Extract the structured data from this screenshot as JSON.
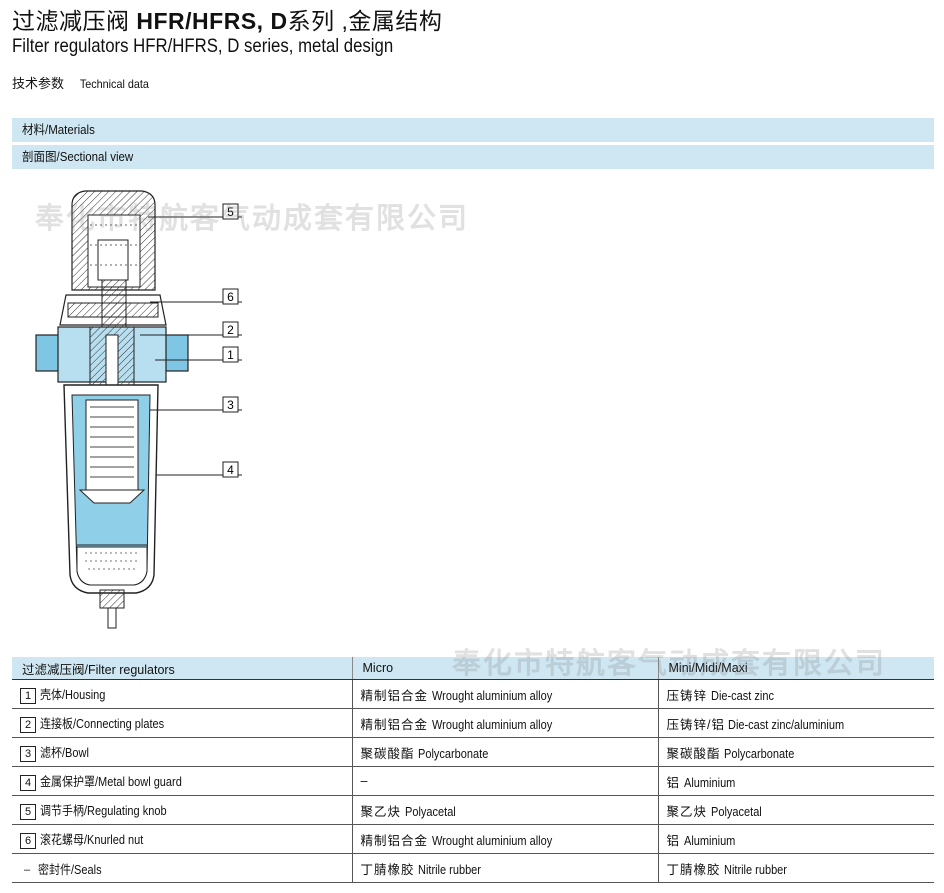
{
  "header": {
    "title_cn_prefix": "过滤减压阀",
    "title_cn_code": "HFR/HFRS, D",
    "title_cn_suffix": "系列 ,金属结构",
    "title_en": "Filter regulators HFR/HFRS, D series, metal design",
    "tech_cn": "技术参数",
    "tech_en": "Technical data"
  },
  "bands": {
    "materials": "材料/Materials",
    "sectional": "剖面图/Sectional view"
  },
  "watermark": {
    "text1": "奉化市特航客气动成套有限公司",
    "text2": "奉化市特航客气动成套有限公司"
  },
  "drawing": {
    "callouts": [
      "5",
      "6",
      "2",
      "1",
      "3",
      "4"
    ]
  },
  "table": {
    "headers": [
      "过滤减压阀/Filter regulators",
      "Micro",
      "Mini/Midi/Maxi"
    ],
    "rows": [
      {
        "num": "1",
        "part": "壳体/Housing",
        "micro_cn": "精制铝合金",
        "micro_en": "Wrought aluminium alloy",
        "maxi_cn": "压铸锌",
        "maxi_en": "Die-cast zinc"
      },
      {
        "num": "2",
        "part": "连接板/Connecting plates",
        "micro_cn": "精制铝合金",
        "micro_en": "Wrought aluminium alloy",
        "maxi_cn": "压铸锌/铝",
        "maxi_en": "Die-cast zinc/aluminium"
      },
      {
        "num": "3",
        "part": "滤杯/Bowl",
        "micro_cn": "聚碳酸酯",
        "micro_en": "Polycarbonate",
        "maxi_cn": "聚碳酸酯",
        "maxi_en": "Polycarbonate"
      },
      {
        "num": "4",
        "part": "金属保护罩/Metal bowl guard",
        "micro_cn": "–",
        "micro_en": "",
        "maxi_cn": "铝",
        "maxi_en": "Aluminium"
      },
      {
        "num": "5",
        "part": "调节手柄/Regulating knob",
        "micro_cn": "聚乙炔",
        "micro_en": "Polyacetal",
        "maxi_cn": "聚乙炔",
        "maxi_en": "Polyacetal"
      },
      {
        "num": "6",
        "part": "滚花螺母/Knurled nut",
        "micro_cn": "精制铝合金",
        "micro_en": "Wrought aluminium alloy",
        "maxi_cn": "铝",
        "maxi_en": "Aluminium"
      },
      {
        "num": "–",
        "part": "密封件/Seals",
        "micro_cn": "丁腈橡胶",
        "micro_en": "Nitrile rubber",
        "maxi_cn": "丁腈橡胶",
        "maxi_en": "Nitrile rubber"
      }
    ]
  }
}
